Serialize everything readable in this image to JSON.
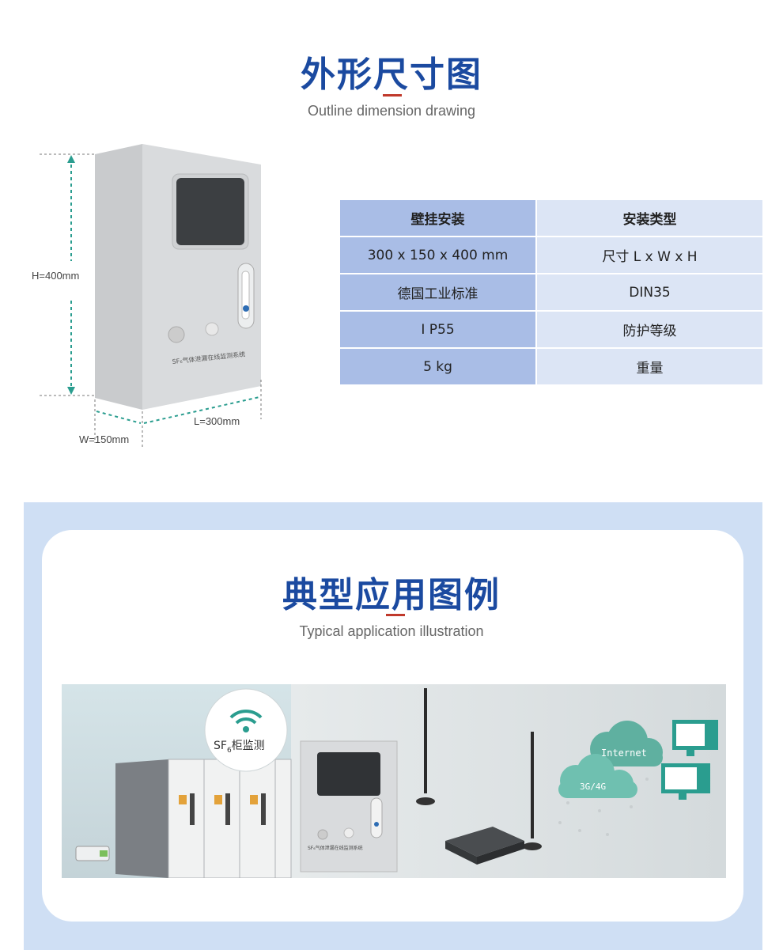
{
  "section1": {
    "title_zh": "外形尺寸图",
    "title_en": "Outline dimension drawing",
    "dimensions": {
      "height_label": "H=400mm",
      "width_label": "W=150mm",
      "length_label": "L=300mm",
      "panel_label": "SF₆气体泄漏在线监测系统"
    },
    "table": {
      "header": [
        "壁挂安装",
        "安装类型"
      ],
      "rows": [
        [
          "300 x 150 x 400 mm",
          "尺寸 L x W x H"
        ],
        [
          "德国工业标准",
          "DIN35"
        ],
        [
          "I P55",
          "防护等级"
        ],
        [
          "5 kg",
          "重量"
        ]
      ]
    }
  },
  "section2": {
    "title_zh": "典型应用图例",
    "title_en": "Typical application illustration",
    "badge_sf": "SF",
    "badge_sub": "6",
    "badge_label": "柜监测",
    "cloud_internet": "Internet",
    "cloud_mobile": "3G/4G",
    "panel_label": "SF₆气体泄漏在线监测系统"
  },
  "colors": {
    "title_blue": "#1b4aa0",
    "accent_red": "#c0392b",
    "table_col1": "#a9bde6",
    "table_col2": "#dce5f5",
    "section_bg": "#cfdff4",
    "teal": "#2a9d8f"
  }
}
